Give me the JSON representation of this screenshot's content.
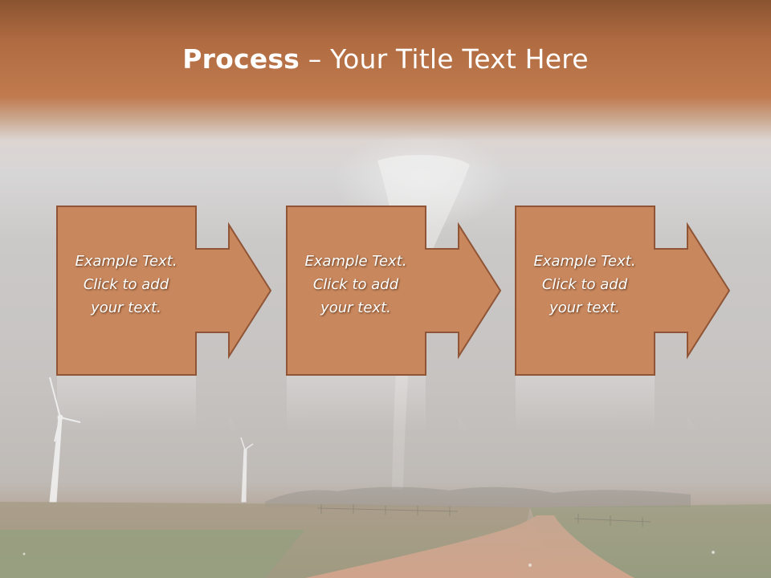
{
  "slide": {
    "title_bold": "Process",
    "title_rest": " – Your Title Text Here",
    "steps": [
      {
        "lines": [
          "Example Text.",
          "Click  to add",
          "your text."
        ]
      },
      {
        "lines": [
          "Example Text.",
          "Click  to add",
          "your text."
        ]
      },
      {
        "lines": [
          "Example Text.",
          "Click  to add",
          "your text."
        ]
      }
    ]
  },
  "colors": {
    "accent": "#c8875d",
    "accent_border": "#8f5536",
    "title_text": "#ffffff"
  }
}
